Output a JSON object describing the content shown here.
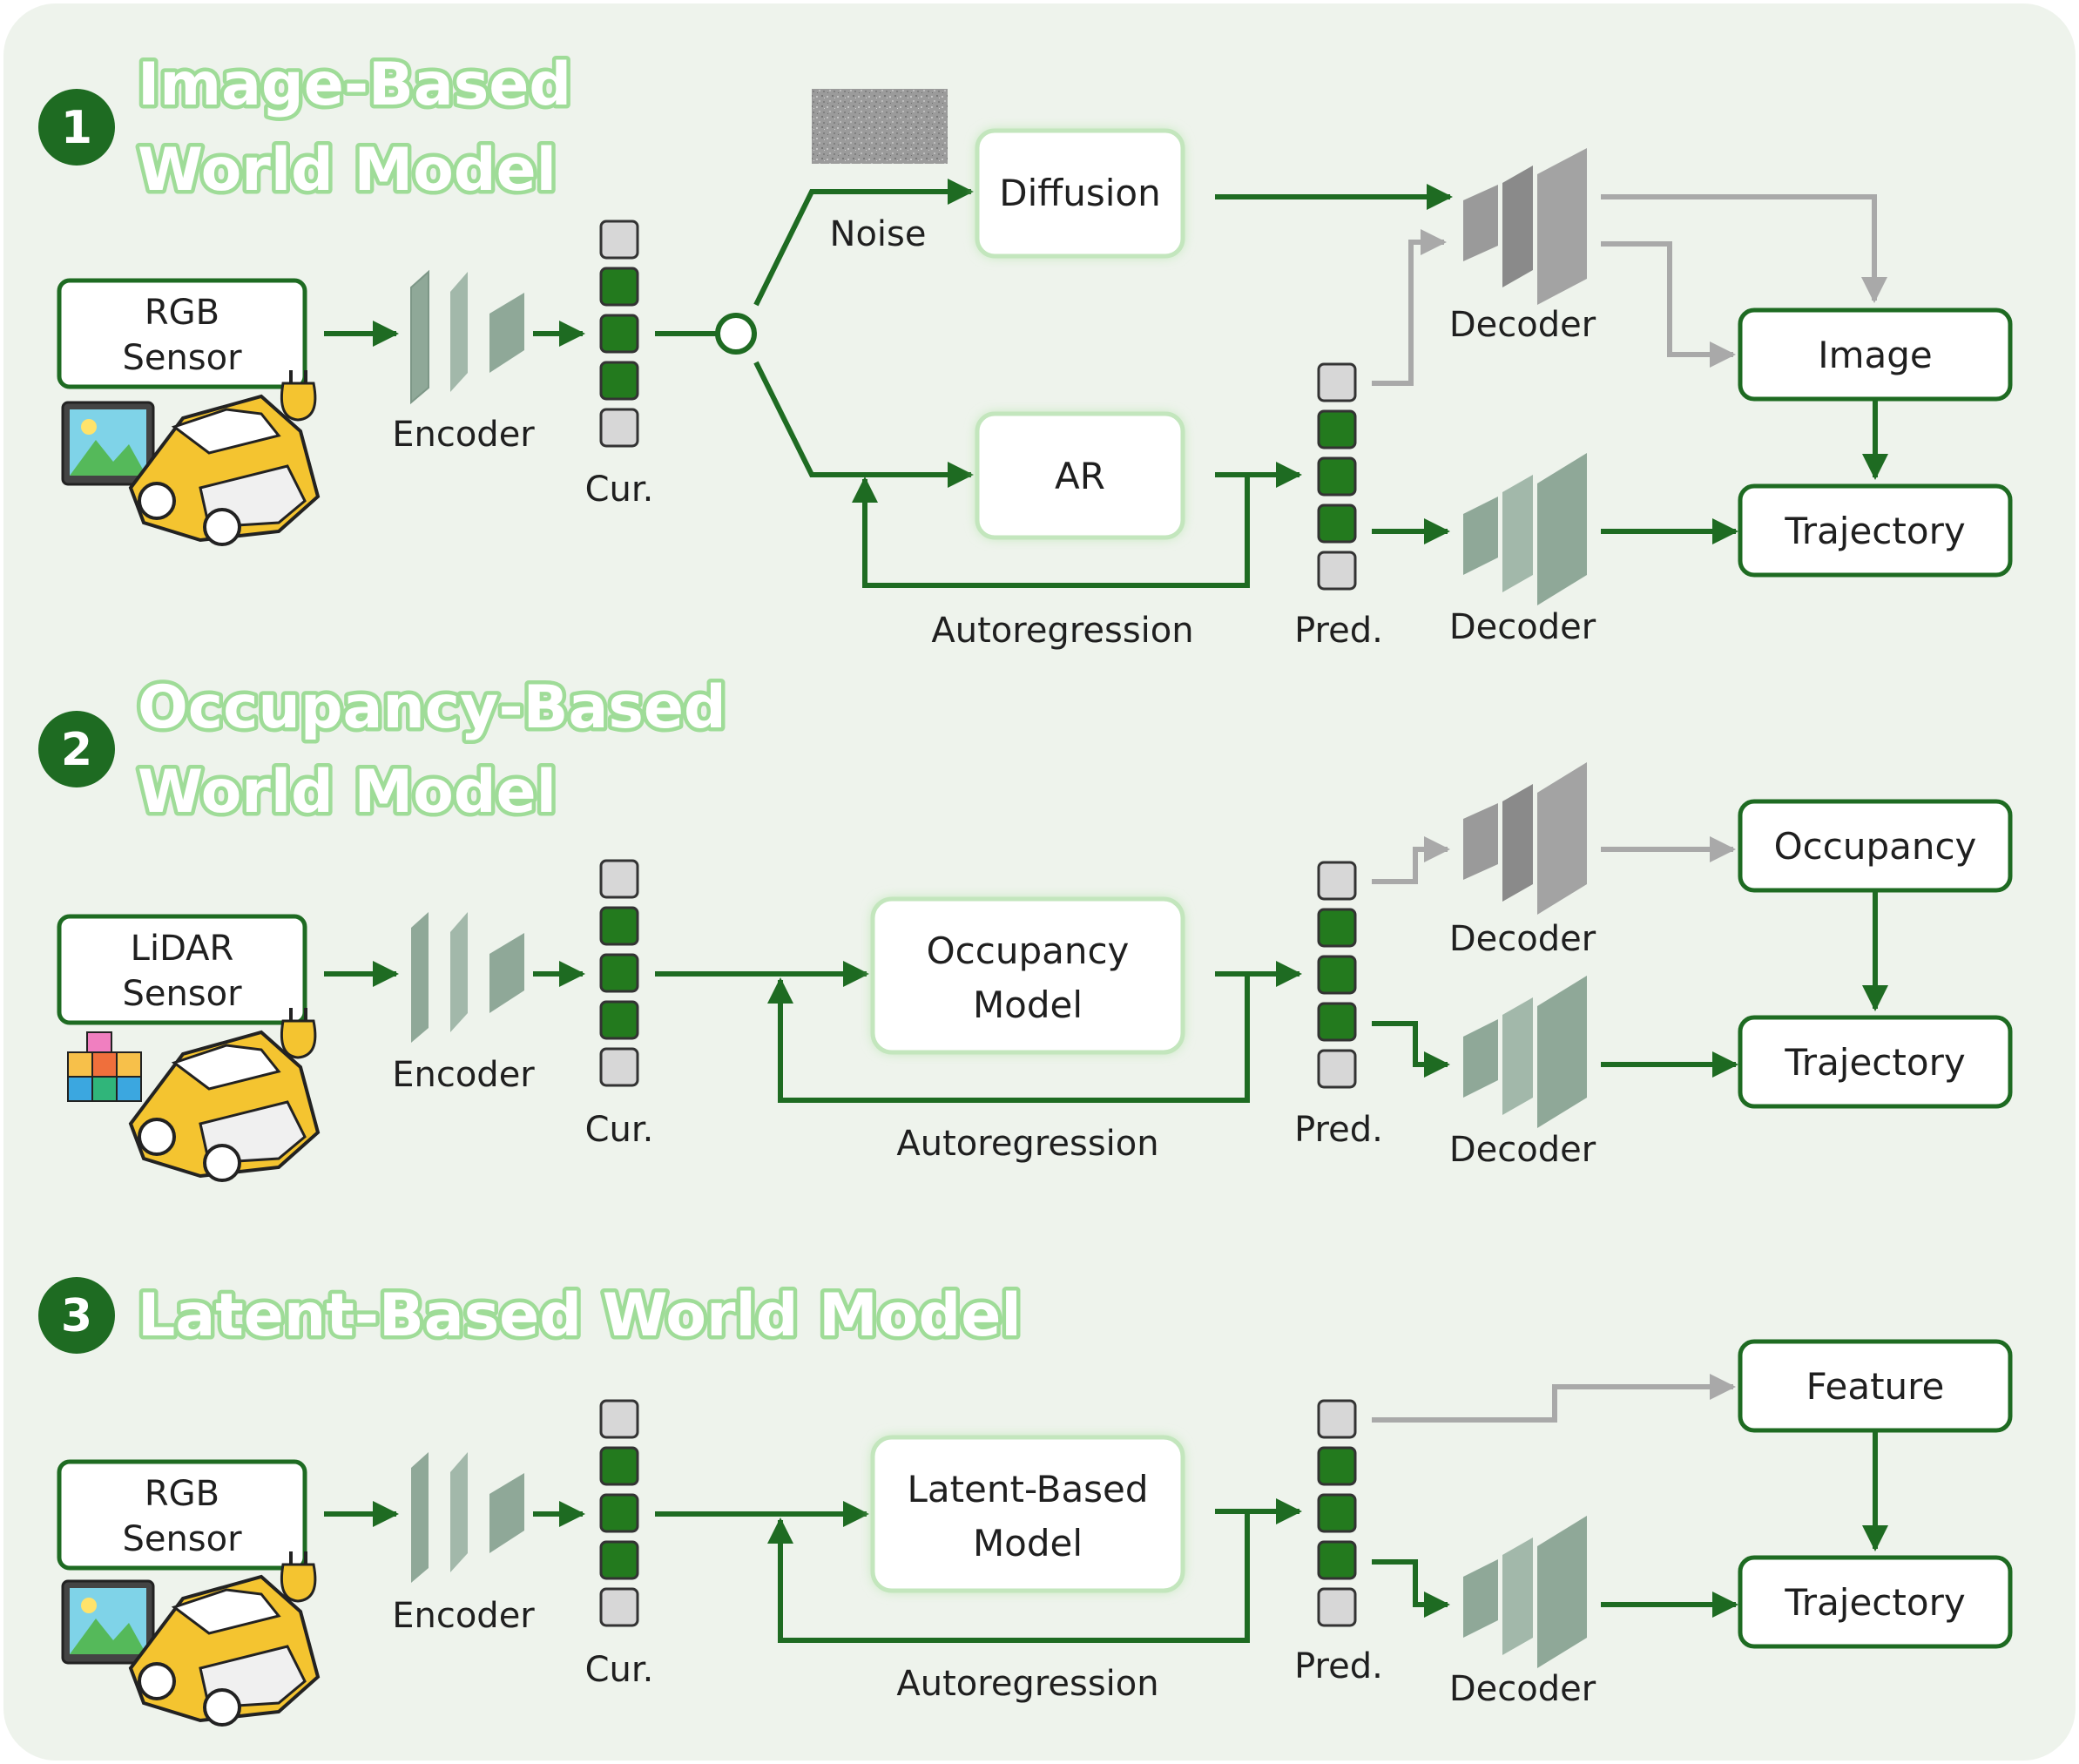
{
  "colors": {
    "background": "#eef3ec",
    "accent_green": "#1e6b22",
    "token_green": "#237a1e",
    "token_gray": "#d7d7d7",
    "gray_arrow": "#a9a9a9",
    "encoder_gray_green": "#8fa898",
    "decoder_gray": "#9a9a9a"
  },
  "sections": [
    {
      "number": "1",
      "title_lines": [
        "Image-Based",
        "World Model"
      ],
      "sensor": [
        "RGB",
        "Sensor"
      ],
      "sensor_icon": "rgb-camera-car-icon",
      "encoder": "Encoder",
      "current_label": "Cur.",
      "noise_label": "Noise",
      "models": [
        "Diffusion",
        "AR"
      ],
      "autoregression": "Autoregression",
      "pred_label": "Pred.",
      "decoder_top": "Decoder",
      "decoder_bottom": "Decoder",
      "output_top": "Image",
      "output_bottom": "Trajectory"
    },
    {
      "number": "2",
      "title_lines": [
        "Occupancy-Based",
        "World Model"
      ],
      "sensor": [
        "LiDAR",
        "Sensor"
      ],
      "sensor_icon": "lidar-cubes-car-icon",
      "encoder": "Encoder",
      "current_label": "Cur.",
      "model": [
        "Occupancy",
        "Model"
      ],
      "autoregression": "Autoregression",
      "pred_label": "Pred.",
      "decoder_top": "Decoder",
      "decoder_bottom": "Decoder",
      "output_top": "Occupancy",
      "output_bottom": "Trajectory"
    },
    {
      "number": "3",
      "title_lines": [
        "Latent-Based World Model"
      ],
      "sensor": [
        "RGB",
        "Sensor"
      ],
      "sensor_icon": "rgb-camera-car-icon",
      "encoder": "Encoder",
      "current_label": "Cur.",
      "model": [
        "Latent-Based",
        "Model"
      ],
      "autoregression": "Autoregression",
      "pred_label": "Pred.",
      "decoder_bottom": "Decoder",
      "output_top": "Feature",
      "output_bottom": "Trajectory"
    }
  ]
}
